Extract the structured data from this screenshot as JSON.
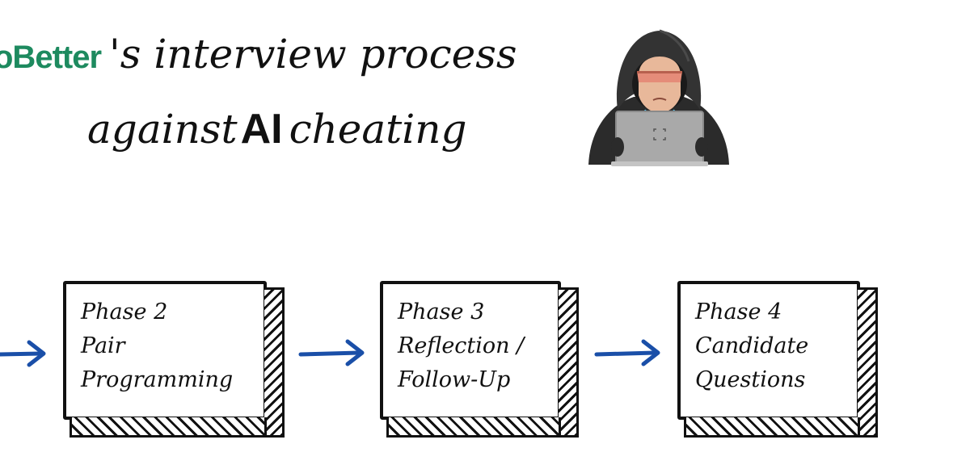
{
  "title": {
    "brand": "oBetter",
    "line1_rest": "'s interview process",
    "line2_before": "against",
    "line2_emphasis": "AI",
    "line2_after": "cheating"
  },
  "phases": [
    {
      "label": "Phase 2",
      "lines": [
        "Pair",
        "Programming"
      ]
    },
    {
      "label": "Phase 3",
      "lines": [
        "Reflection /",
        "Follow-Up"
      ]
    },
    {
      "label": "Phase 4",
      "lines": [
        "Candidate",
        "Questions"
      ]
    }
  ],
  "colors": {
    "brand": "#1d8a5f",
    "arrow": "#1a4fa8",
    "hood": "#2b2b2b",
    "laptop": "#a9a9a9",
    "visor": "#e58c79",
    "ink": "#111111"
  },
  "icons": {
    "hacker": "hooded-hacker-laptop-icon",
    "arrow": "right-arrow-icon"
  }
}
